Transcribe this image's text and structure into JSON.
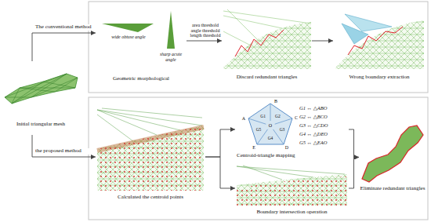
{
  "diagram": {
    "nodes": [
      {
        "text": [
          "Initial triangular mesh"
        ]
      },
      {
        "text": [
          "wide obtuse angle",
          "sharp acute angle",
          "Geometric morphological"
        ]
      },
      {
        "text": [
          "Discard redundant triangles"
        ]
      },
      {
        "text": [
          "Wrong boundary extraction"
        ]
      },
      {
        "text": [
          "Calculated the centroid points"
        ]
      },
      {
        "text": [
          "Centroid-triangle mapping"
        ]
      },
      {
        "text": [
          "Boundary intersection operation"
        ]
      },
      {
        "text": [
          "Eliminate redundant triangles"
        ]
      }
    ],
    "edges": [
      {
        "from": 0,
        "to": 1,
        "label": "The conventional method",
        "arrow": "to"
      },
      {
        "from": 1,
        "to": 2,
        "label": "area threshold angle threshold length threshold",
        "arrow": "to"
      },
      {
        "from": 2,
        "to": 3,
        "arrow": "to"
      },
      {
        "from": 0,
        "to": 4,
        "label": "the proposed method",
        "arrow": "to"
      },
      {
        "from": 4,
        "to": 5,
        "arrow": "to"
      },
      {
        "from": 4,
        "to": 6,
        "arrow": "to"
      },
      {
        "from": 5,
        "to": 7,
        "arrow": "to"
      },
      {
        "from": 6,
        "to": 7,
        "arrow": "to"
      }
    ],
    "labels": [
      "A",
      "B",
      "C",
      "D",
      "E",
      "O",
      "G1",
      "G2",
      "G3",
      "G4",
      "G5",
      "G1 ↔ △ABO",
      "G2 ↔ △BCO",
      "G3 ↔ △CDO",
      "G4 ↔ △DEO",
      "G5 ↔ △EAO"
    ]
  }
}
